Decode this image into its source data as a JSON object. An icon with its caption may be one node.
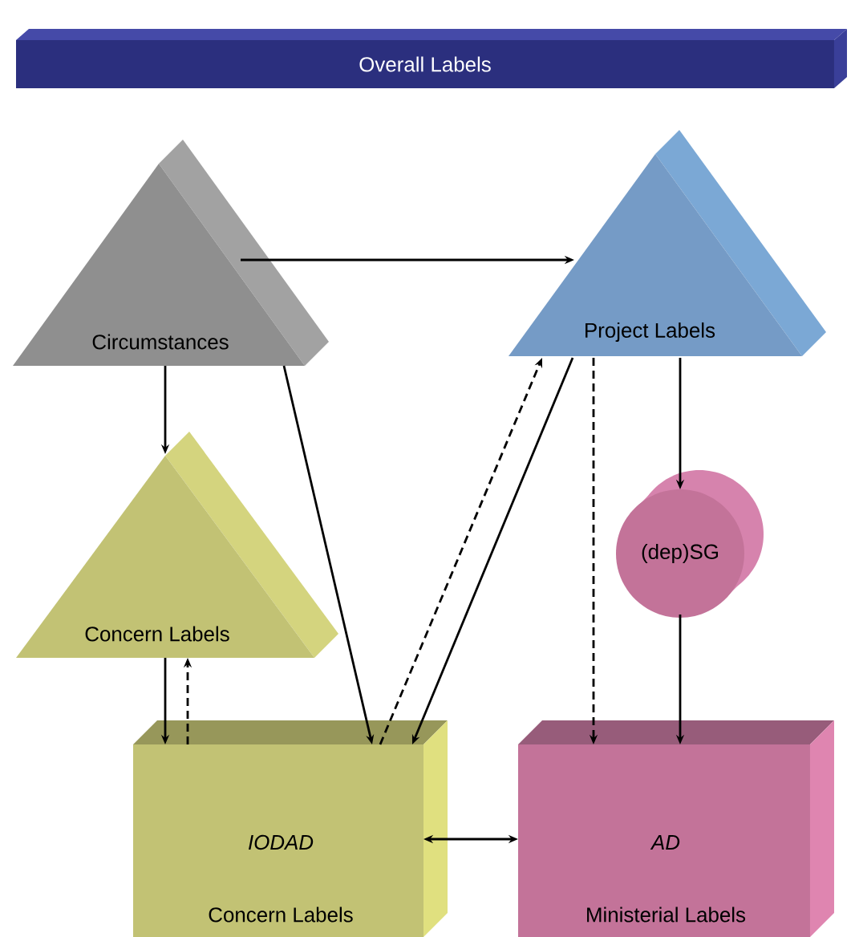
{
  "diagram": {
    "nodes": [
      {
        "text": [
          "Overall Labels"
        ]
      },
      {
        "text": [
          "Circumstances"
        ]
      },
      {
        "text": [
          "Project Labels"
        ]
      },
      {
        "text": [
          "Concern Labels"
        ]
      },
      {
        "text": [
          "(dep)SG"
        ]
      },
      {
        "text": [
          "*IODAD*",
          "Concern Labels"
        ]
      },
      {
        "text": [
          "*AD*",
          "Ministerial Labels"
        ]
      }
    ],
    "edges": [
      {
        "from": 1,
        "to": 2,
        "arrow": "to"
      },
      {
        "from": 1,
        "to": 3,
        "arrow": "to"
      },
      {
        "from": 1,
        "to": 5,
        "arrow": "to"
      },
      {
        "from": 3,
        "to": 5,
        "arrow": "to"
      },
      {
        "from": 5,
        "to": 3,
        "arrow": "to",
        "style": "dashed"
      },
      {
        "from": 5,
        "to": 2,
        "arrow": "to",
        "style": "dashed"
      },
      {
        "from": 2,
        "to": 5,
        "arrow": "to"
      },
      {
        "from": 2,
        "to": 6,
        "arrow": "to",
        "style": "dashed"
      },
      {
        "from": 2,
        "to": 4,
        "arrow": "to"
      },
      {
        "from": 4,
        "to": 6,
        "arrow": "to"
      },
      {
        "from": 5,
        "to": 6,
        "arrow": "both"
      }
    ]
  }
}
